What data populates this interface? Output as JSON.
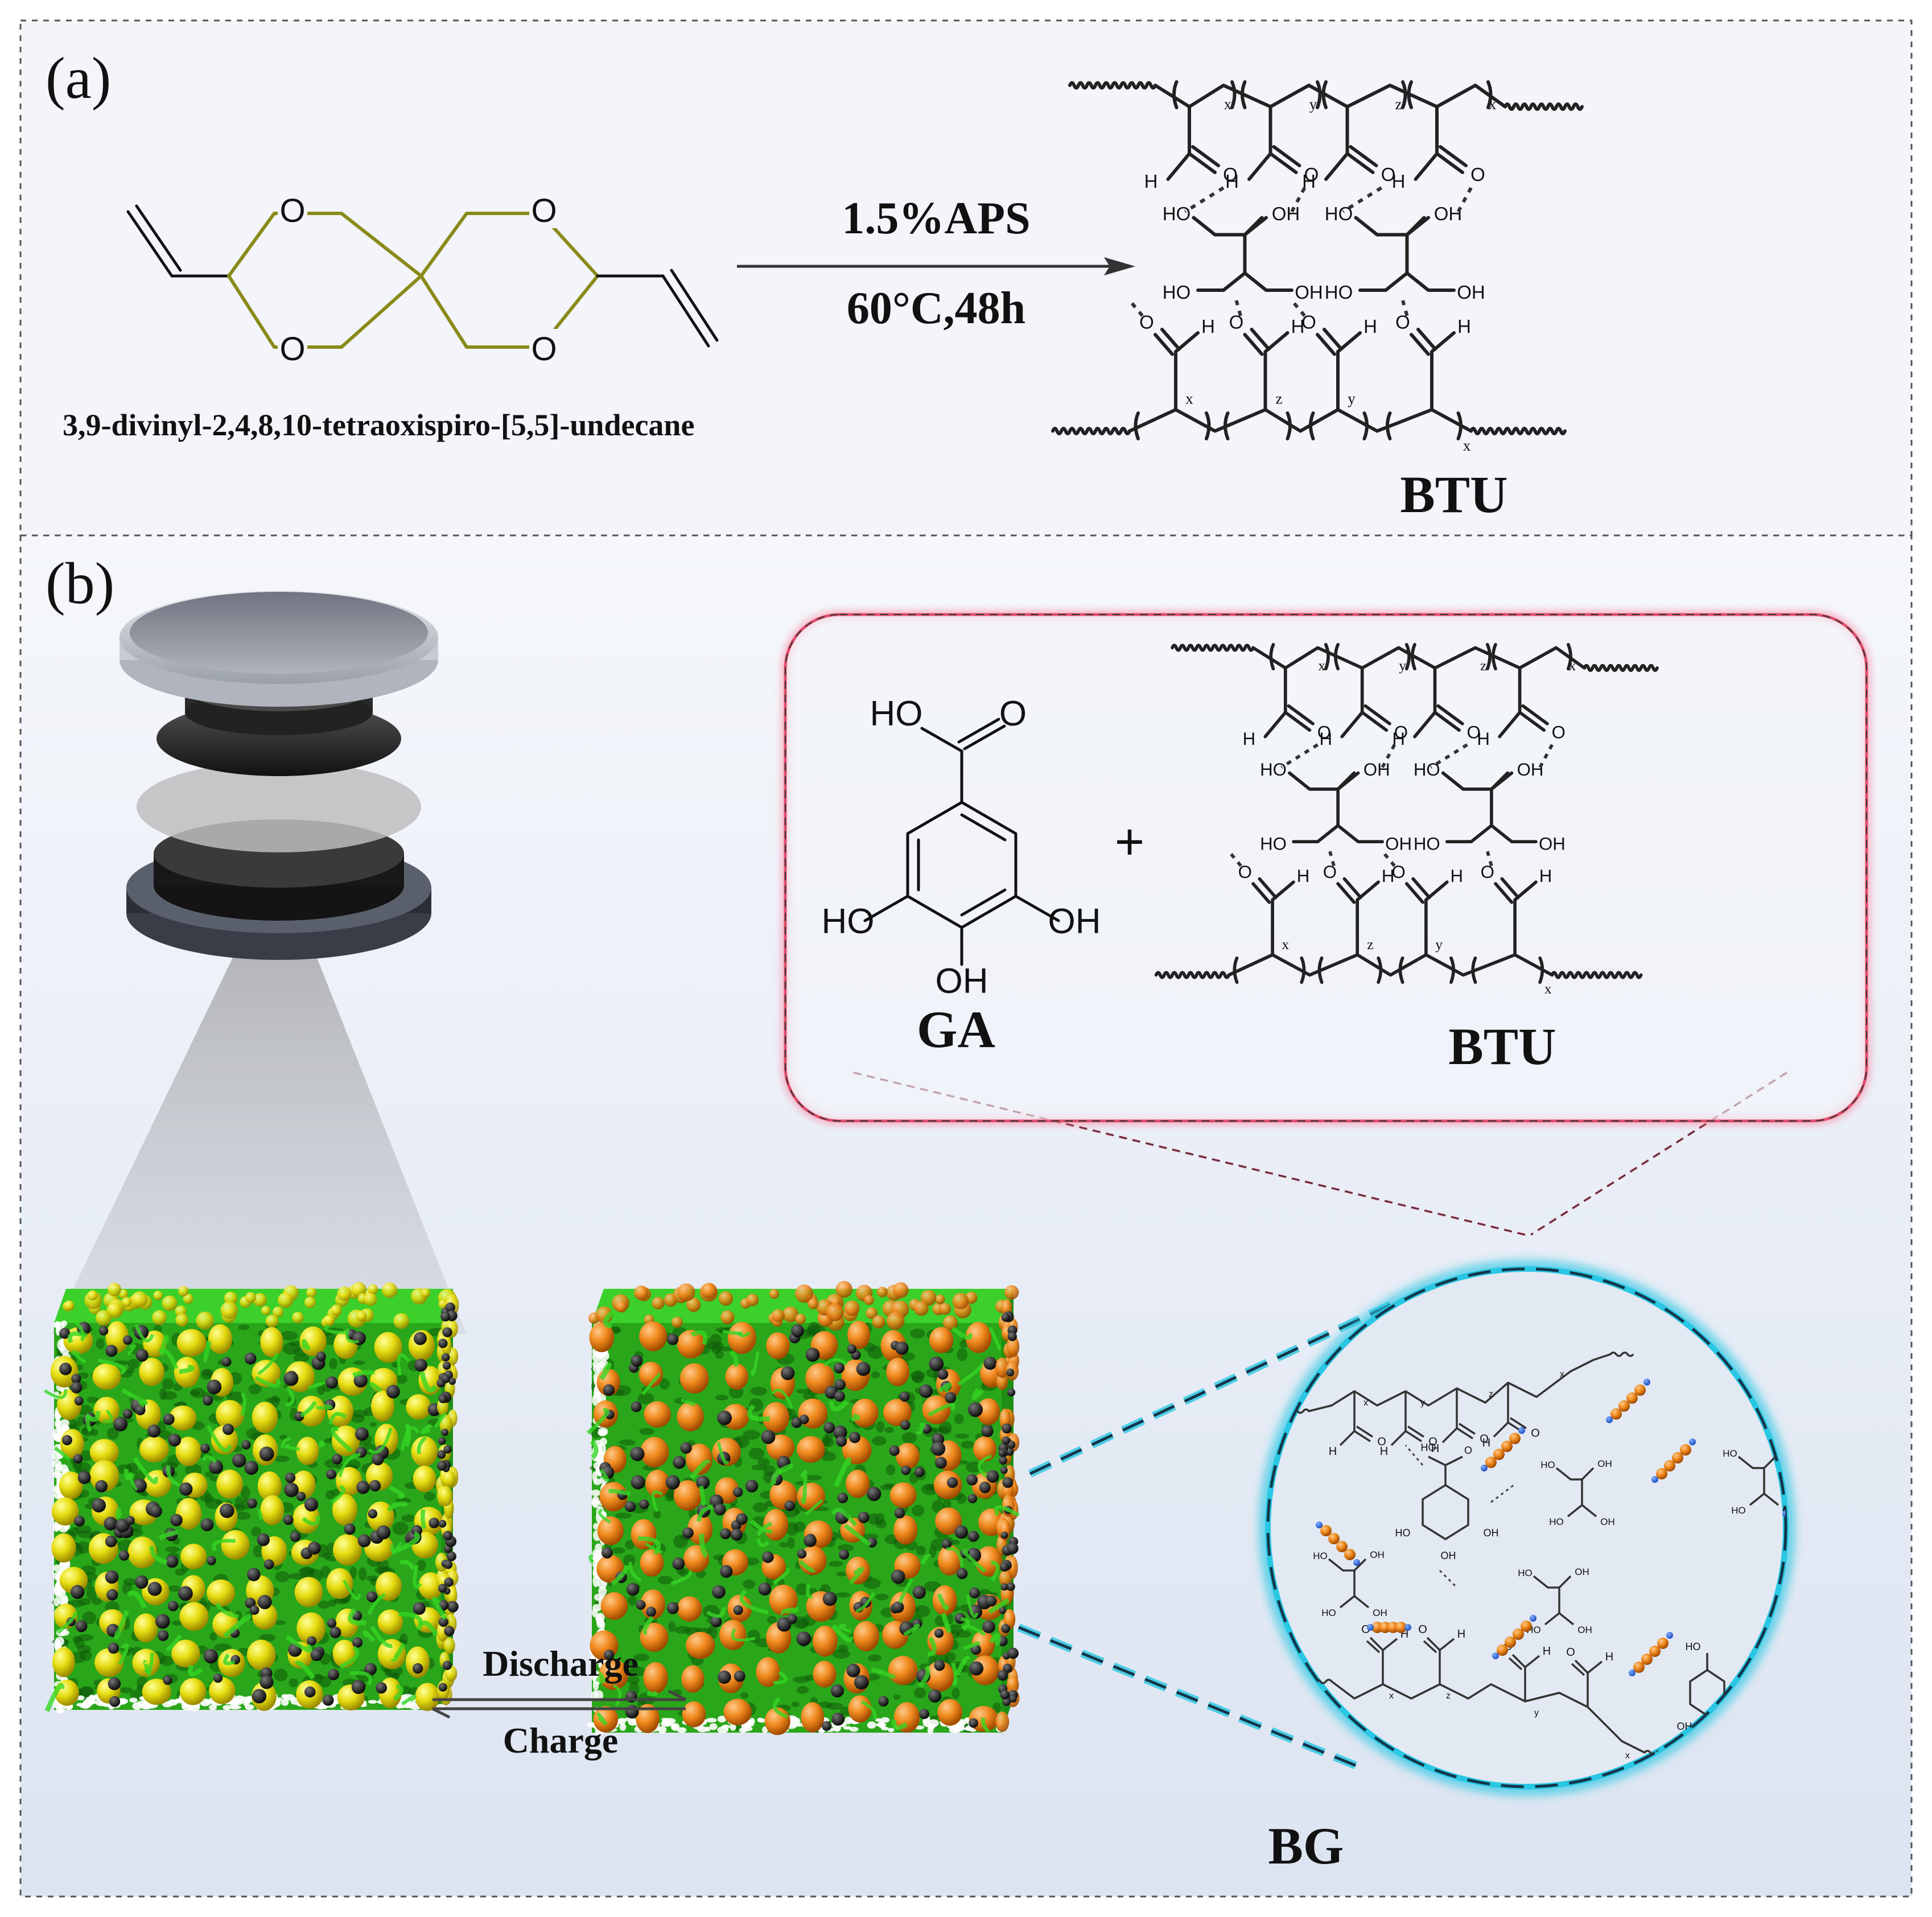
{
  "panel_a": {
    "label": "(a)",
    "monomer_name": "3,9-divinyl-2,4,8,10-tetraoxispiro-[5,5]-undecane",
    "atom_o": "O",
    "reaction_top": "1.5%APS",
    "reaction_bottom": "60°C,48h",
    "product_label": "BTU"
  },
  "panel_b": {
    "label": "(b)",
    "ga_label": "GA",
    "plus": "+",
    "btu_label": "BTU",
    "bg_label": "BG",
    "discharge_label": "Discharge",
    "charge_label": "Charge",
    "ga_atoms": {
      "ho_top": "HO",
      "o_top": "O",
      "ho_left": "HO",
      "oh_right": "OH",
      "oh_bottom": "OH"
    }
  },
  "polymer": {
    "sub_x": "x",
    "sub_y": "y",
    "sub_z": "z",
    "h": "H",
    "o": "O",
    "ho": "HO",
    "oh": "OH"
  },
  "colors": {
    "background_top": "#f4f6fb",
    "background_bottom": "#dfe6f2",
    "pink_frame": "#e0506e",
    "cyan_circle": "#29c7e4",
    "network_green": "#33cc22",
    "sphere_yellow": "#e8df10",
    "sphere_orange": "#f08a1e",
    "carbon_black": "#1a1a1a",
    "olive_ring": "#8a8a1a"
  }
}
